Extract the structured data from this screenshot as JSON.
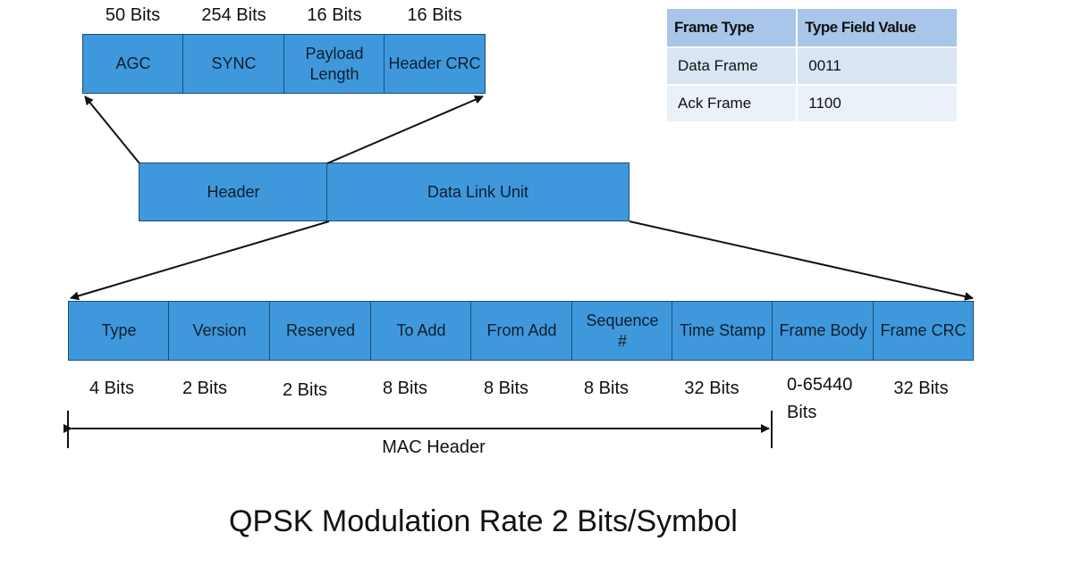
{
  "header_fields": [
    {
      "label": "AGC",
      "bits": "50 Bits"
    },
    {
      "label": "SYNC",
      "bits": "254 Bits"
    },
    {
      "label": "Payload\nLength",
      "bits": "16 Bits"
    },
    {
      "label": "Header CRC",
      "bits": "16 Bits"
    }
  ],
  "frame": {
    "header": "Header",
    "data_link_unit": "Data Link Unit"
  },
  "mac_fields": [
    {
      "label": "Type",
      "bits": "4 Bits"
    },
    {
      "label": "Version",
      "bits": "2 Bits"
    },
    {
      "label": "Reserved",
      "bits": "2 Bits"
    },
    {
      "label": "To Add",
      "bits": "8 Bits"
    },
    {
      "label": "From Add",
      "bits": "8 Bits"
    },
    {
      "label": "Sequence\n#",
      "bits": "8 Bits"
    },
    {
      "label": "Time Stamp",
      "bits": "32 Bits"
    },
    {
      "label": "Frame Body",
      "bits": "0-65440\nBits"
    },
    {
      "label": "Frame CRC",
      "bits": "32 Bits"
    }
  ],
  "mac_header_label": "MAC Header",
  "caption": "QPSK Modulation Rate 2 Bits/Symbol",
  "type_table": {
    "headers": [
      "Frame Type",
      "Type Field Value"
    ],
    "rows": [
      [
        "Data Frame",
        "0011"
      ],
      [
        "Ack Frame",
        "1100"
      ]
    ]
  },
  "colors": {
    "box_fill": "#3f98dc",
    "box_border": "#1a4f7a",
    "table_header": "#a9c6ea",
    "table_row_a": "#d9e5f3",
    "table_row_b": "#ebf1f9"
  }
}
